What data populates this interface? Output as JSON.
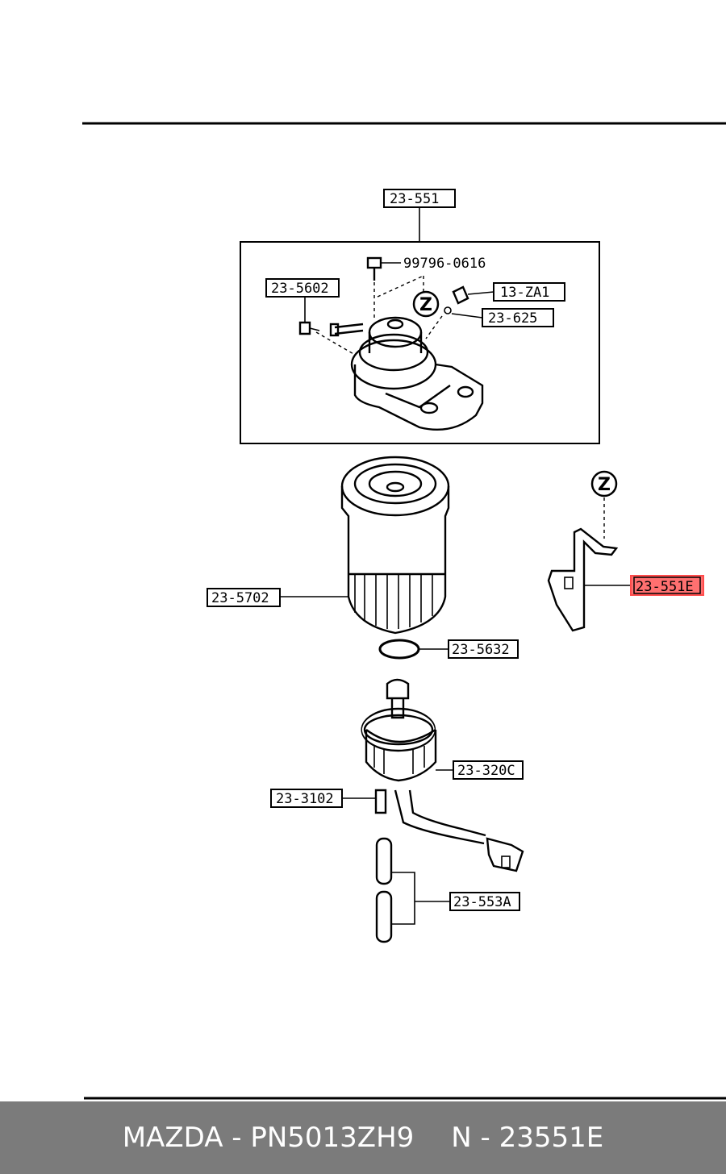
{
  "diagram": {
    "callouts": [
      {
        "id": "assembly",
        "text": "23-551"
      },
      {
        "id": "bolt",
        "text": "99796-0616"
      },
      {
        "id": "bleeder",
        "text": "23-5602"
      },
      {
        "id": "bolt2",
        "text": "13-ZA1"
      },
      {
        "id": "washer",
        "text": "23-625"
      },
      {
        "id": "element",
        "text": "23-5702"
      },
      {
        "id": "bracket",
        "text": "23-551E",
        "highlighted": true,
        "highlight_color": "#ff6a6a"
      },
      {
        "id": "oring",
        "text": "23-5632"
      },
      {
        "id": "sensor",
        "text": "23-320C"
      },
      {
        "id": "drain",
        "text": "23-3102"
      },
      {
        "id": "hose",
        "text": "23-553A"
      }
    ],
    "markers": [
      {
        "id": "z-top",
        "text": "Z"
      },
      {
        "id": "z-bracket",
        "text": "Z"
      }
    ]
  },
  "footer": {
    "brand_part": "MAZDA - PN5013ZH9",
    "ref": "N - 23551E"
  }
}
